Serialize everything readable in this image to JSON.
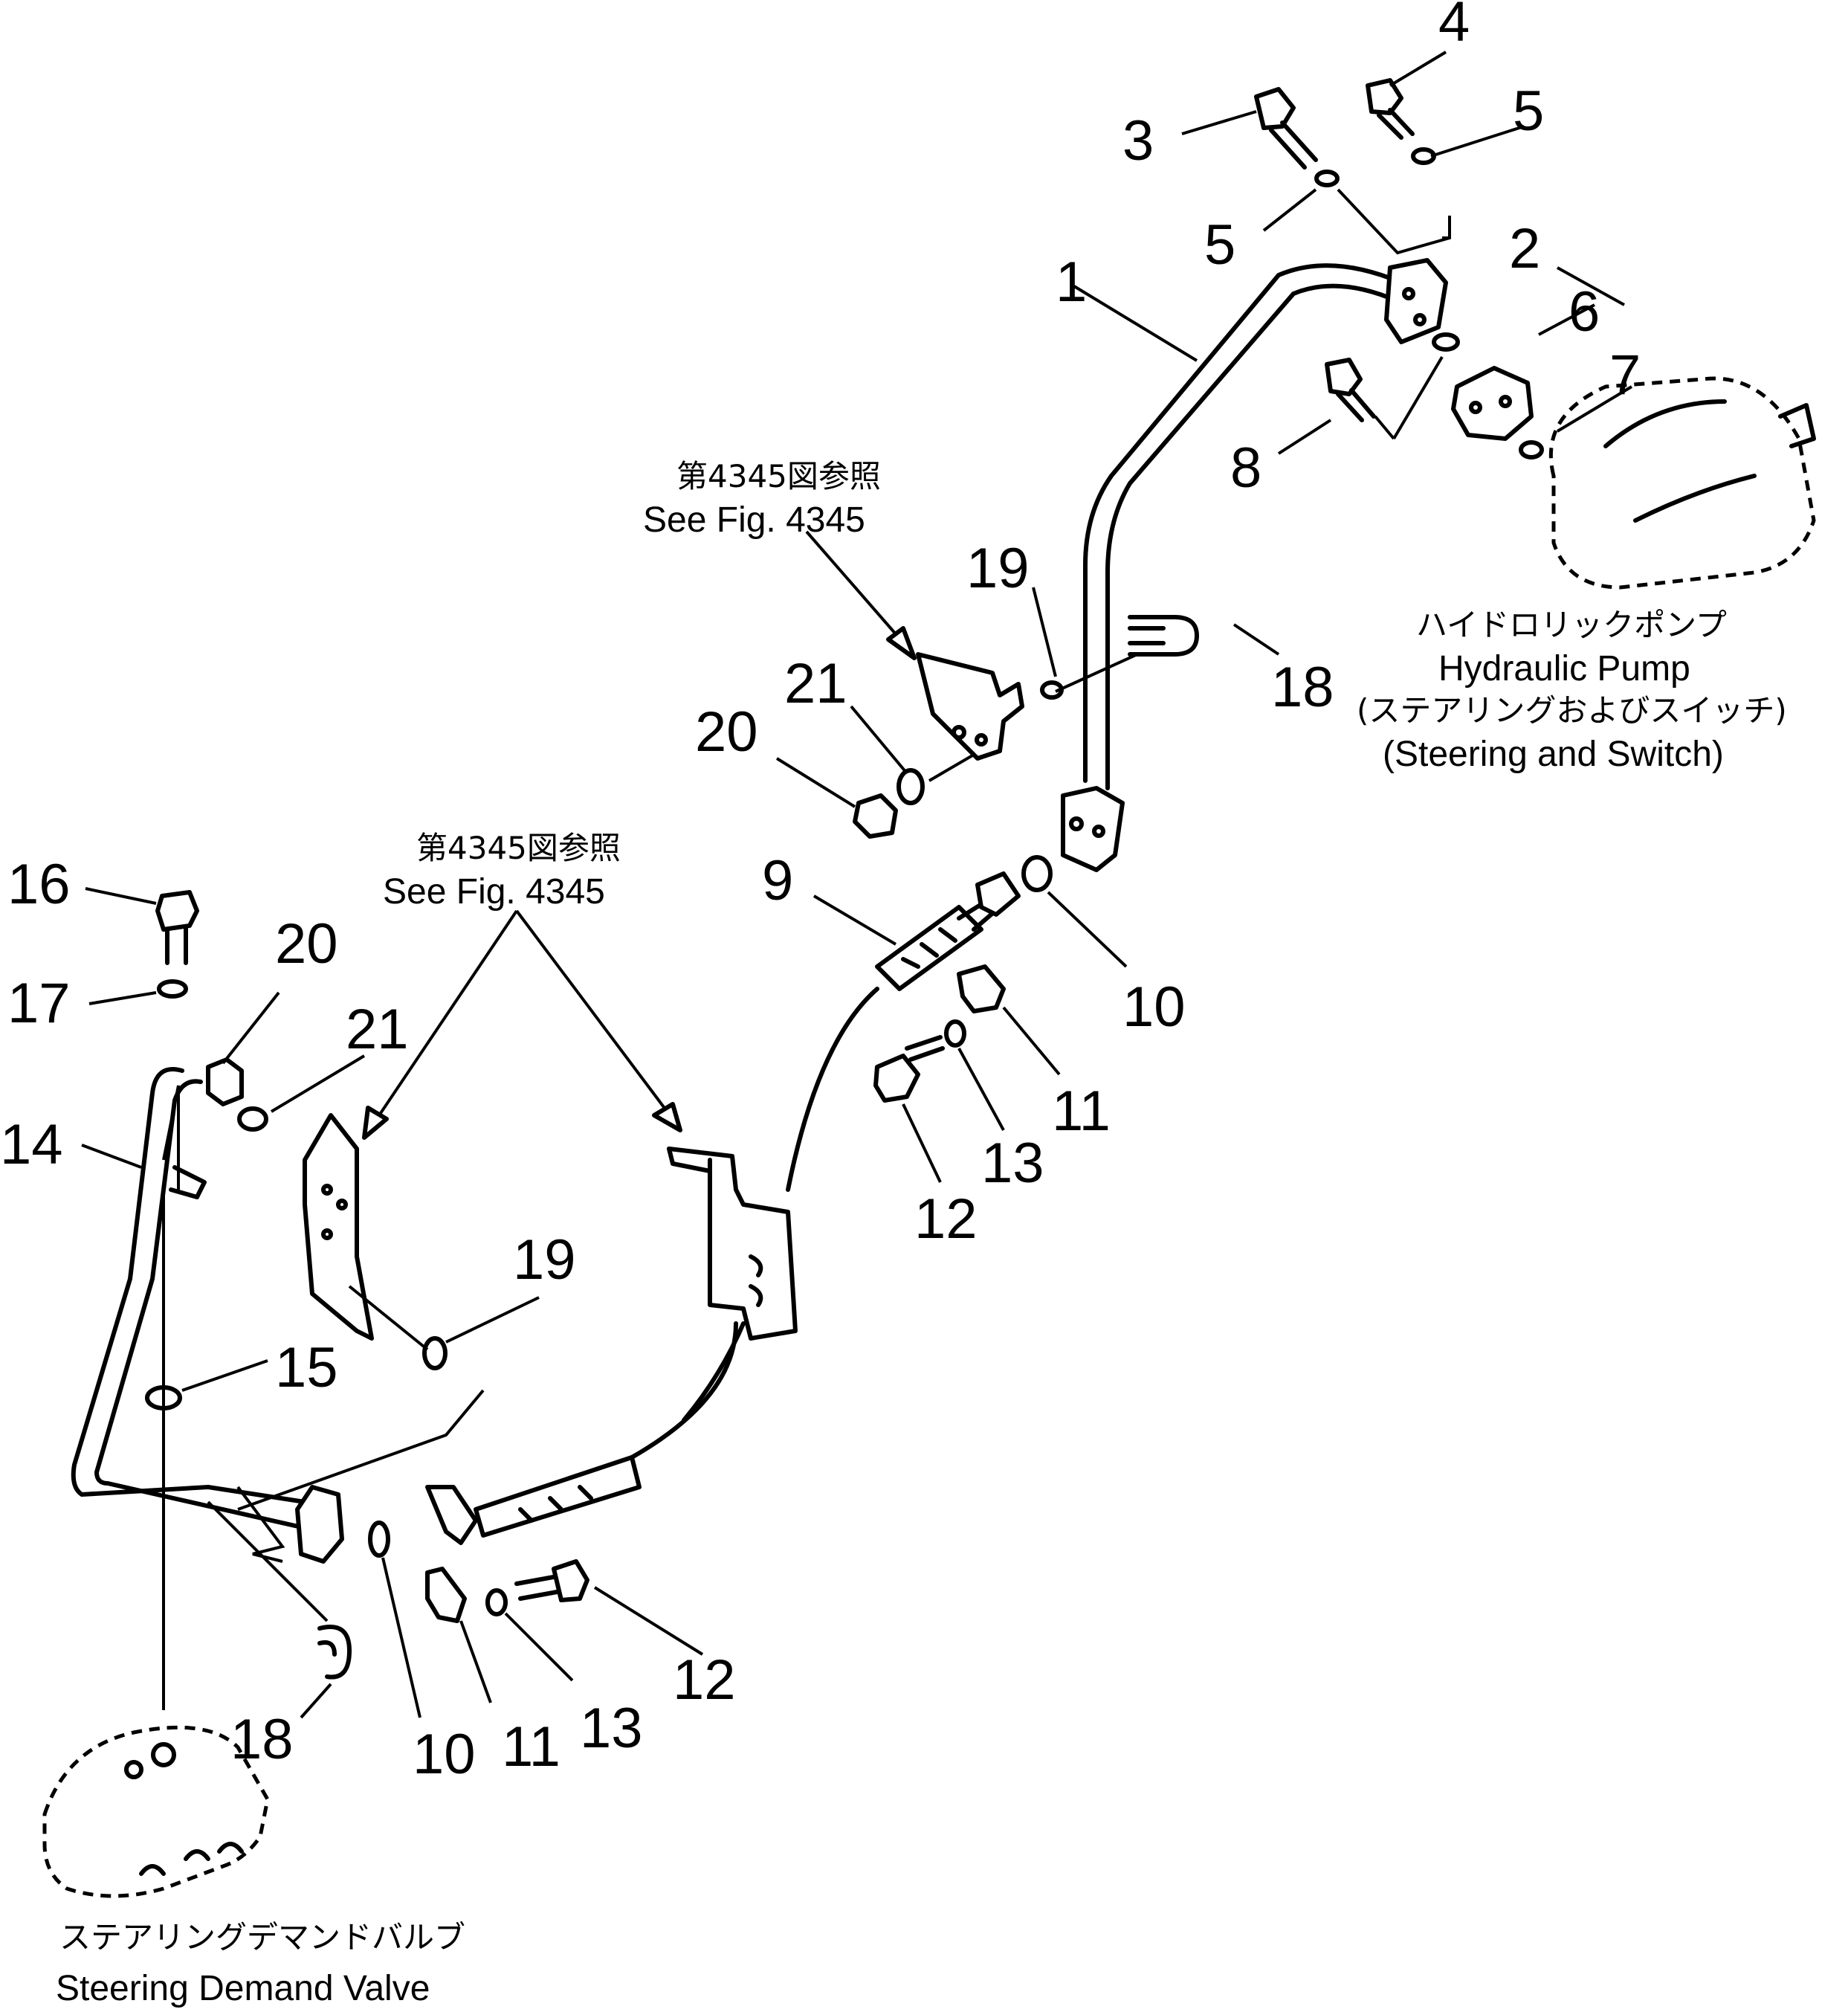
{
  "callouts": {
    "c1": "1",
    "c2": "2",
    "c3": "3",
    "c4": "4",
    "c5a": "5",
    "c5b": "5",
    "c6": "6",
    "c7": "7",
    "c8": "8",
    "c9": "9",
    "c10a": "10",
    "c10b": "10",
    "c11a": "11",
    "c11b": "11",
    "c12a": "12",
    "c12b": "12",
    "c13a": "13",
    "c13b": "13",
    "c14": "14",
    "c15": "15",
    "c16": "16",
    "c17": "17",
    "c18a": "18",
    "c18b": "18",
    "c19a": "19",
    "c19b": "19",
    "c20a": "20",
    "c20b": "20",
    "c21a": "21",
    "c21b": "21"
  },
  "references": {
    "ref_upper_jp": "第4345図参照",
    "ref_upper_en": "See Fig. 4345",
    "ref_lower_jp": "第4345図参照",
    "ref_lower_en": "See Fig. 4345"
  },
  "components": {
    "pump_jp": "ハイドロリックポンプ",
    "pump_en": "Hydraulic Pump",
    "pump_sub_jp": "(ステアリングおよびスイッチ)",
    "pump_sub_en": "(Steering and Switch)",
    "valve_jp": "ステアリングデマンドバルブ",
    "valve_en": "Steering Demand Valve"
  }
}
